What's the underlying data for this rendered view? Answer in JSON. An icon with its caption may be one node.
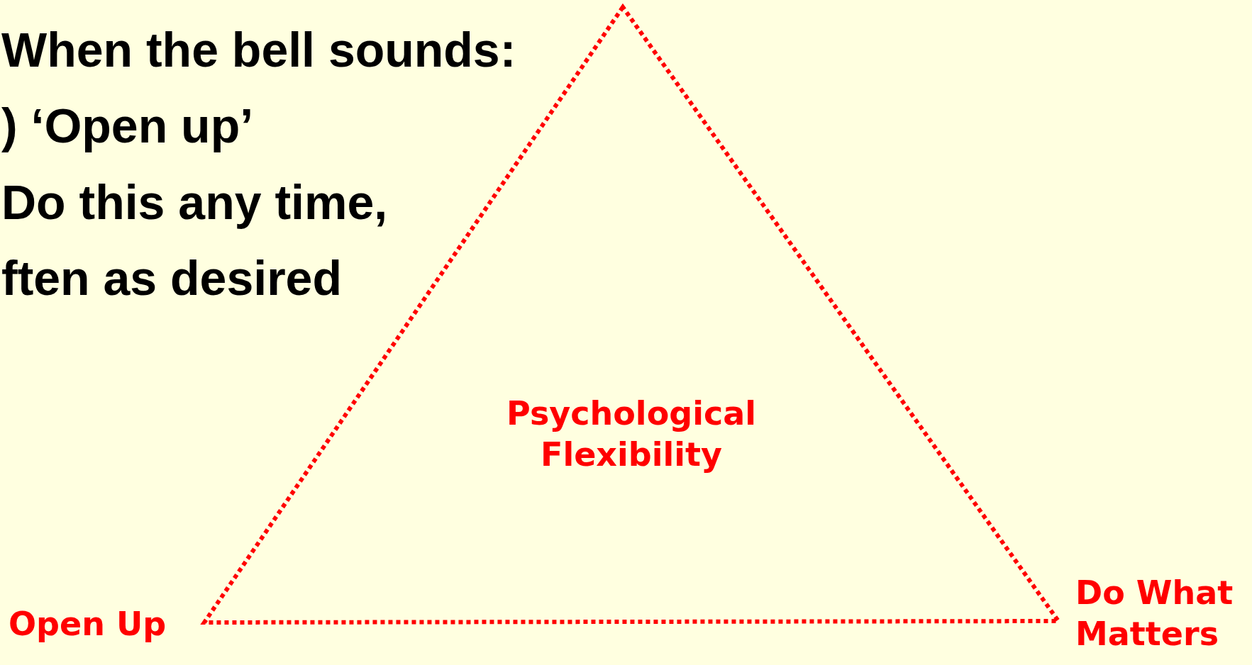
{
  "diagram": {
    "nodes": [
      {
        "text": [
          "Psychological Flexibility"
        ]
      }
    ],
    "labels": [
      "When the bell sounds:",
      ") ‘Open up’",
      "Do this any time,",
      "ften as desired",
      "Open Up",
      "Do What Matters"
    ]
  }
}
